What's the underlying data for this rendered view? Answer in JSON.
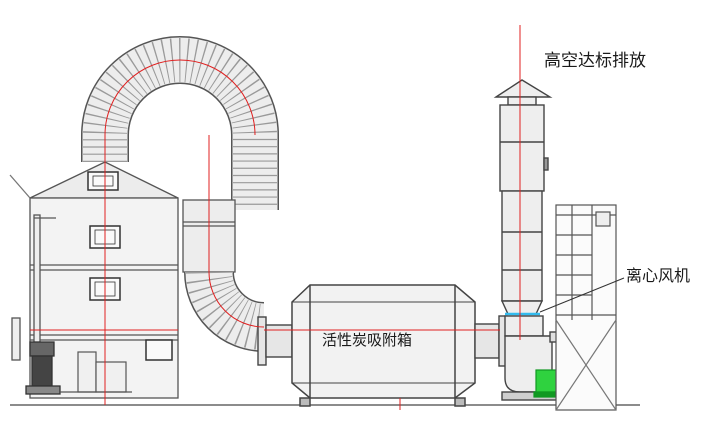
{
  "labels": {
    "stack": "高空达标排放",
    "fan": "离心风机",
    "adsorption_box": "活性炭吸附箱"
  },
  "colors": {
    "line": "#555555",
    "gas_flow": "#e02020",
    "motor": "#22cc33",
    "fan_ring": "#33bbee"
  }
}
